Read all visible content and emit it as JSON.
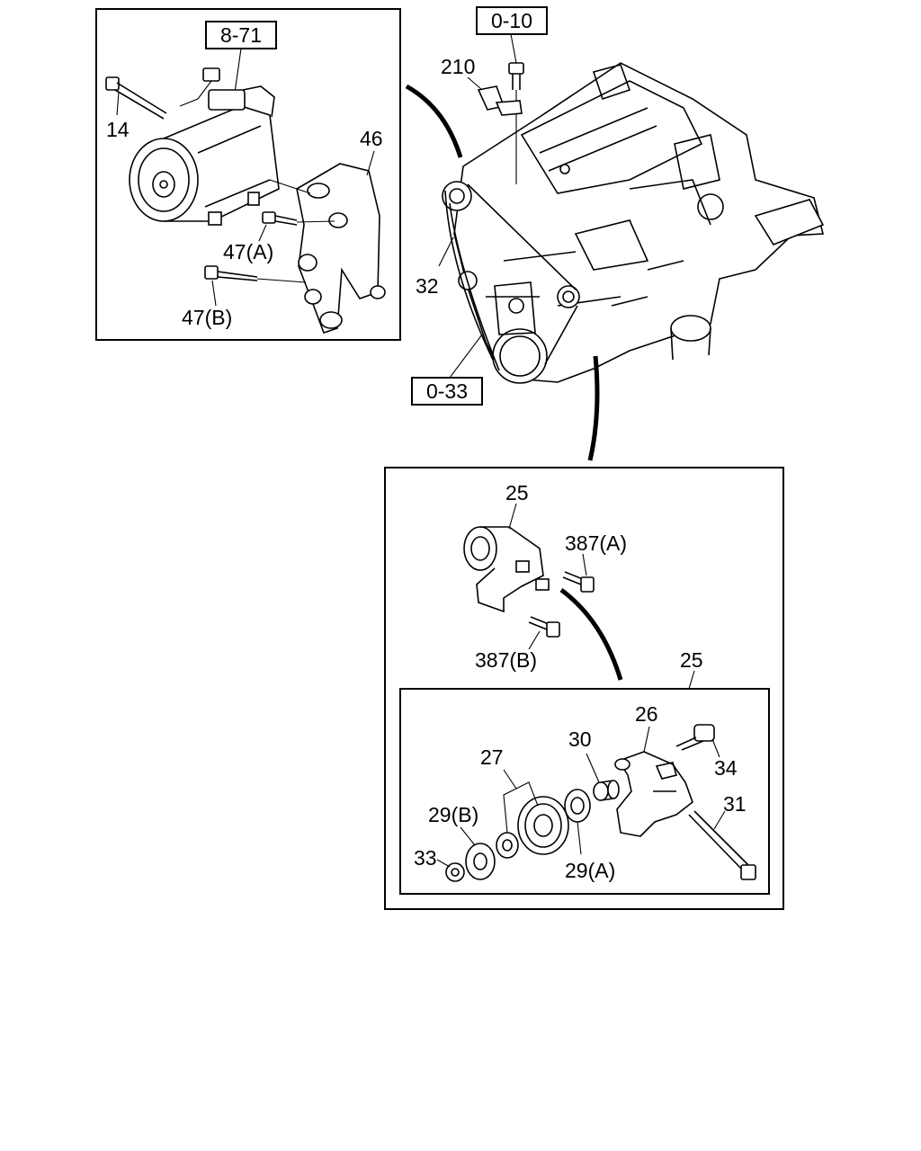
{
  "refs": {
    "r871": "8-71",
    "r010": "0-10",
    "r033": "0-33"
  },
  "labels": {
    "p14": "14",
    "p46": "46",
    "p47a": "47(A)",
    "p47b": "47(B)",
    "p210": "210",
    "p32": "32",
    "p25_top": "25",
    "p387a": "387(A)",
    "p387b": "387(B)",
    "p25_box": "25",
    "p26": "26",
    "p27": "27",
    "p30": "30",
    "p34": "34",
    "p31": "31",
    "p29b": "29(B)",
    "p29a": "29(A)",
    "p33": "33"
  }
}
